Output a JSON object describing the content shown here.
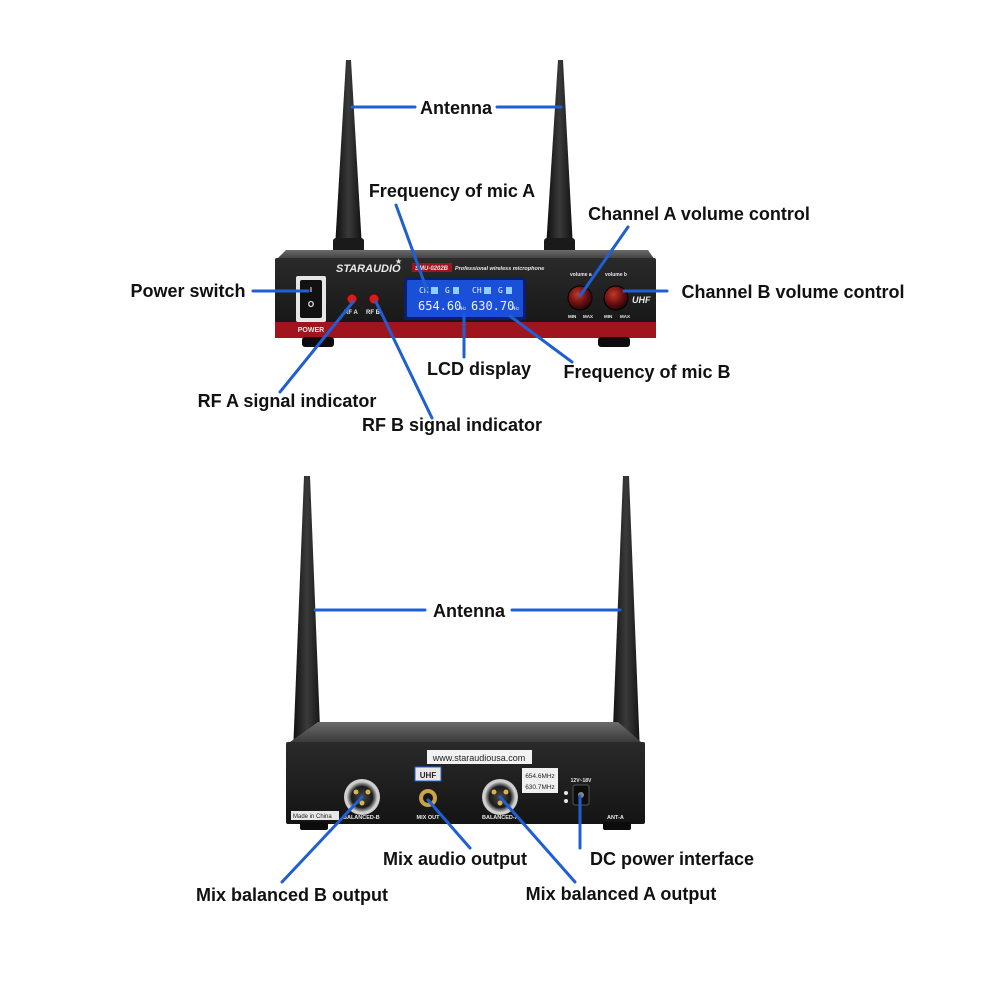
{
  "front": {
    "brand": "STARAUDIO",
    "model": "SMU-0202B",
    "model_desc": "Professional wireless microphone",
    "power_silk": "POWER",
    "rf_a": "RF A",
    "rf_b": "RF B",
    "knob_a_label": "volume a",
    "knob_b_label": "volume b",
    "min": "MIN",
    "max": "MAX",
    "uhf": "UHF",
    "lcd": {
      "ch": "CH",
      "g": "G",
      "freq_a": "654.60",
      "freq_b": "630.70",
      "unit": "MHz"
    }
  },
  "back": {
    "url": "www.staraudiousa.com",
    "uhf": "UHF",
    "freq_sticker": [
      "654.6MHz",
      "630.7MHz"
    ],
    "dc_silk": "12V~18V",
    "made_in": "Made in China",
    "balanced_b": "BALANCED-B",
    "mix_out": "MIX OUT",
    "balanced_a": "BALANCED-A",
    "ant_a": "ANT-A"
  },
  "labels": {
    "antenna_front": "Antenna",
    "freq_mic_a": "Frequency of mic A",
    "channel_a": "Channel A volume control",
    "power_switch": "Power switch",
    "channel_b": "Channel B volume control",
    "lcd_display": "LCD display",
    "freq_mic_b": "Frequency of mic B",
    "rf_a_indicator": "RF A signal indicator",
    "rf_b_indicator": "RF B signal indicator",
    "antenna_back": "Antenna",
    "mix_audio": "Mix audio output",
    "dc_power": "DC power interface",
    "mix_balanced_b": "Mix balanced B output",
    "mix_balanced_a": "Mix balanced A output"
  },
  "colors": {
    "callout": "#1f5fd1",
    "device_body": "#1c1c1c",
    "accent_red": "#a0141e",
    "lcd_blue": "#1a4fd8"
  }
}
